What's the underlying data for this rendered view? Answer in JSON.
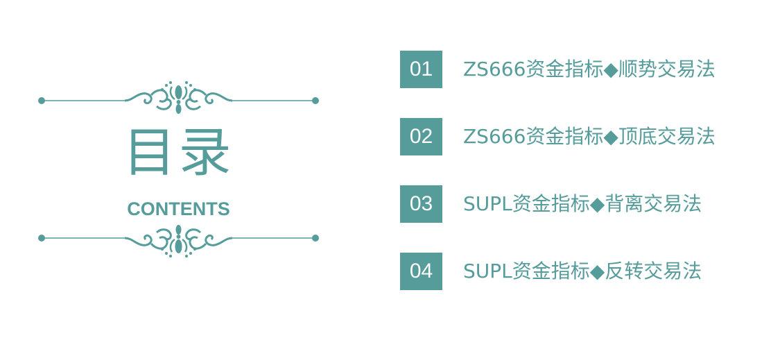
{
  "heading": {
    "title": "目录",
    "subtitle": "CONTENTS"
  },
  "toc": {
    "items": [
      {
        "number": "01",
        "label": "ZS666资金指标◆顺势交易法"
      },
      {
        "number": "02",
        "label": "ZS666资金指标◆顶底交易法"
      },
      {
        "number": "03",
        "label": "SUPL资金指标◆背离交易法"
      },
      {
        "number": "04",
        "label": "SUPL资金指标◆反转交易法"
      }
    ]
  },
  "colors": {
    "accent": "#559c9b",
    "background": "#ffffff",
    "number_text": "#ffffff"
  },
  "icons": {
    "ornament": "flourish-divider-icon"
  }
}
